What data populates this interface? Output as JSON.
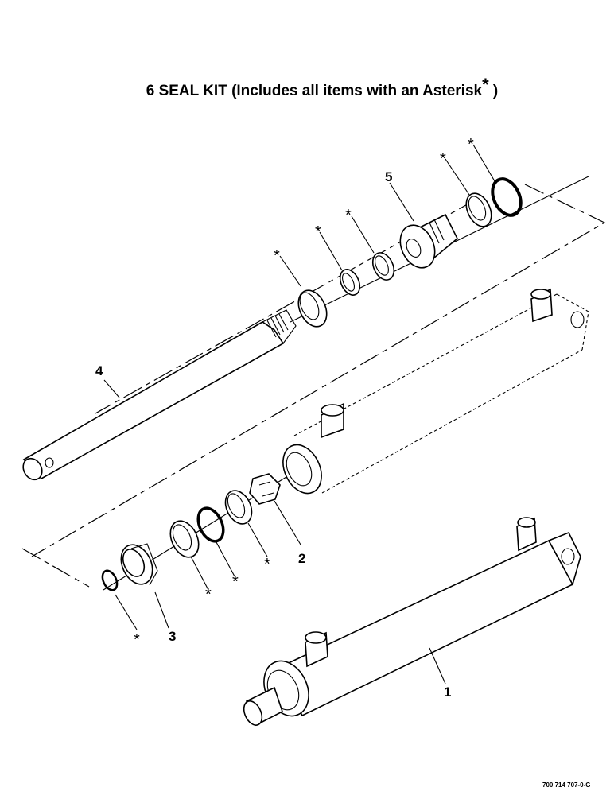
{
  "title": {
    "text": "6 SEAL KIT (Includes all items with an Asterisk",
    "asterisk": "*",
    "close": ")"
  },
  "parts": [
    {
      "label": "1"
    },
    {
      "label": "2"
    },
    {
      "label": "3"
    },
    {
      "label": "4"
    },
    {
      "label": "5"
    }
  ],
  "asterisk_symbol": "*",
  "drawing_code": "700 714 707-0-G"
}
